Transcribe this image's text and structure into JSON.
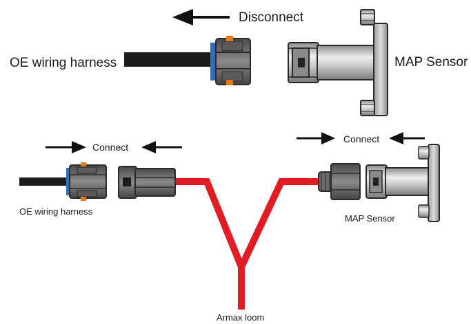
{
  "top": {
    "arrow_label": "Disconnect",
    "left_label": "OE wiring harness",
    "right_label": "MAP Sensor"
  },
  "bottom": {
    "left_connect_label": "Connect",
    "right_connect_label": "Connect",
    "left_label": "OE wiring harness",
    "right_label": "MAP Sensor",
    "loom_label": "Armax loom"
  },
  "colors": {
    "cable": "#1c1c1c",
    "loom": "#e21b24",
    "connector_body": "#6e6e6e",
    "connector_dark": "#3a3a3a",
    "seal_blue": "#2f6fc0",
    "latch_orange": "#e07a1f",
    "sensor_metal": "#b9b9b9"
  },
  "icons": {
    "direction_arrow": "arrow-left-icon",
    "connect_arrow_right": "arrow-right-icon",
    "connect_arrow_left": "arrow-left-icon"
  }
}
